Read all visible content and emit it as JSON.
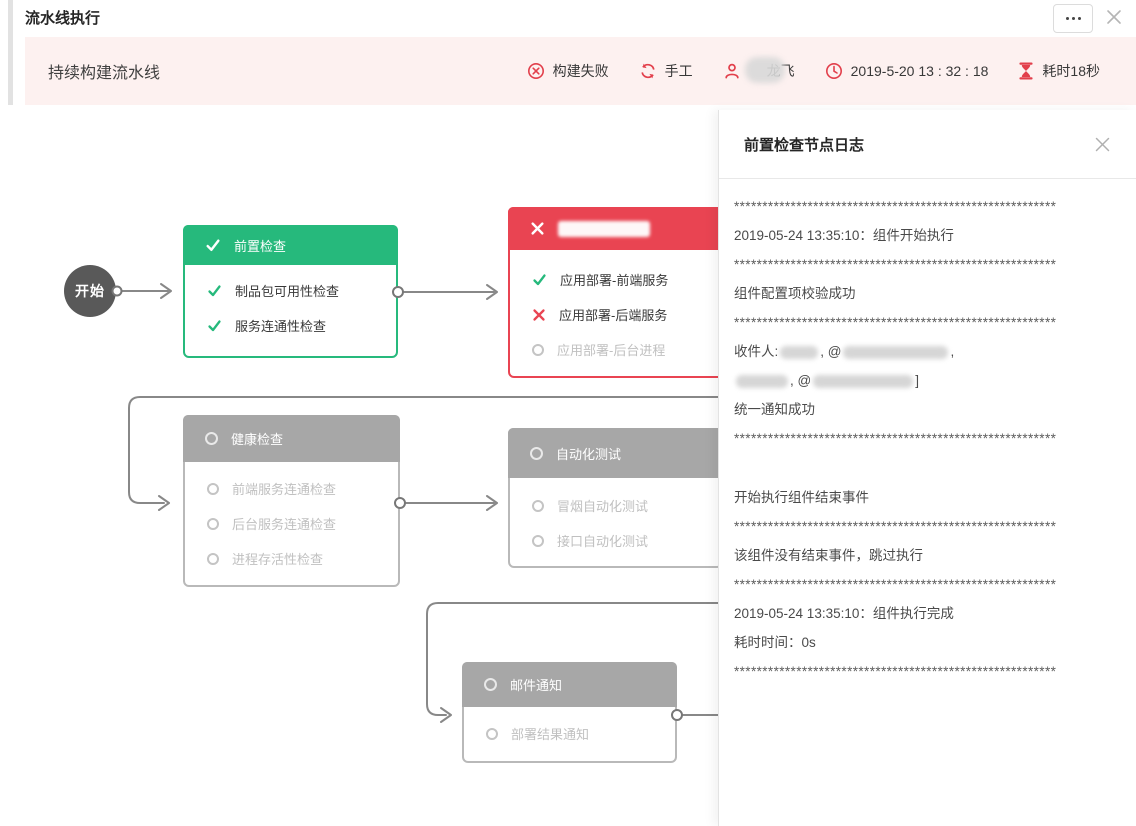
{
  "window": {
    "title": "流水线执行"
  },
  "banner": {
    "title": "持续构建流水线",
    "status": {
      "label": "构建失败"
    },
    "trigger": {
      "label": "手工"
    },
    "executor": {
      "name": "龙飞"
    },
    "time": {
      "label": "2019-5-20 13 : 32 : 18"
    },
    "duration": {
      "label": "耗时18秒"
    }
  },
  "colors": {
    "red": "#e94452",
    "accent_red": "#e23f4b",
    "green": "#26b97c",
    "gray_header": "#a7a7a7",
    "banner_bg": "#fdf1f0"
  },
  "diagram": {
    "start_label": "开始",
    "nodes": [
      {
        "id": "precheck",
        "state": "success",
        "title": "前置检查",
        "title_redacted": false,
        "items": [
          {
            "icon": "check",
            "label": "制品包可用性检查"
          },
          {
            "icon": "check",
            "label": "服务连通性检查"
          }
        ]
      },
      {
        "id": "deploy",
        "state": "failed",
        "title": "",
        "title_redacted": true,
        "items": [
          {
            "icon": "check",
            "label": "应用部署-前端服务"
          },
          {
            "icon": "cross",
            "label": "应用部署-后端服务"
          },
          {
            "icon": "pending",
            "label": "应用部署-后台进程"
          }
        ]
      },
      {
        "id": "health",
        "state": "pending",
        "title": "健康检查",
        "title_redacted": false,
        "items": [
          {
            "icon": "pending",
            "label": "前端服务连通检查"
          },
          {
            "icon": "pending",
            "label": "后台服务连通检查"
          },
          {
            "icon": "pending",
            "label": "进程存活性检查"
          }
        ]
      },
      {
        "id": "autotest",
        "state": "pending",
        "title": "自动化测试",
        "title_redacted": false,
        "items": [
          {
            "icon": "pending",
            "label": "冒烟自动化测试"
          },
          {
            "icon": "pending",
            "label": "接口自动化测试"
          }
        ]
      },
      {
        "id": "mail",
        "state": "pending",
        "title": "邮件通知",
        "title_redacted": false,
        "items": [
          {
            "icon": "pending",
            "label": "部署结果通知"
          }
        ]
      }
    ]
  },
  "log_panel": {
    "title": "前置检查节点日志",
    "stars": "*********************************************************",
    "lines": [
      {
        "type": "stars"
      },
      {
        "type": "text",
        "text": "2019-05-24 13:35:10：组件开始执行"
      },
      {
        "type": "stars"
      },
      {
        "type": "text",
        "text": "组件配置项校验成功"
      },
      {
        "type": "stars"
      },
      {
        "type": "redacted",
        "segments": [
          {
            "text": "收件人:"
          },
          {
            "blur": 38
          },
          {
            "text": ", @"
          },
          {
            "blur": 105
          },
          {
            "text": ","
          }
        ]
      },
      {
        "type": "redacted",
        "segments": [
          {
            "blur": 52
          },
          {
            "text": ", @"
          },
          {
            "blur": 100
          },
          {
            "text": "]"
          }
        ]
      },
      {
        "type": "text",
        "text": "统一通知成功"
      },
      {
        "type": "stars"
      },
      {
        "type": "gap"
      },
      {
        "type": "text",
        "text": "开始执行组件结束事件"
      },
      {
        "type": "stars"
      },
      {
        "type": "text",
        "text": "该组件没有结束事件，跳过执行"
      },
      {
        "type": "stars"
      },
      {
        "type": "text",
        "text": "2019-05-24 13:35:10：组件执行完成"
      },
      {
        "type": "text",
        "text": "耗时时间：0s"
      },
      {
        "type": "stars"
      }
    ]
  }
}
